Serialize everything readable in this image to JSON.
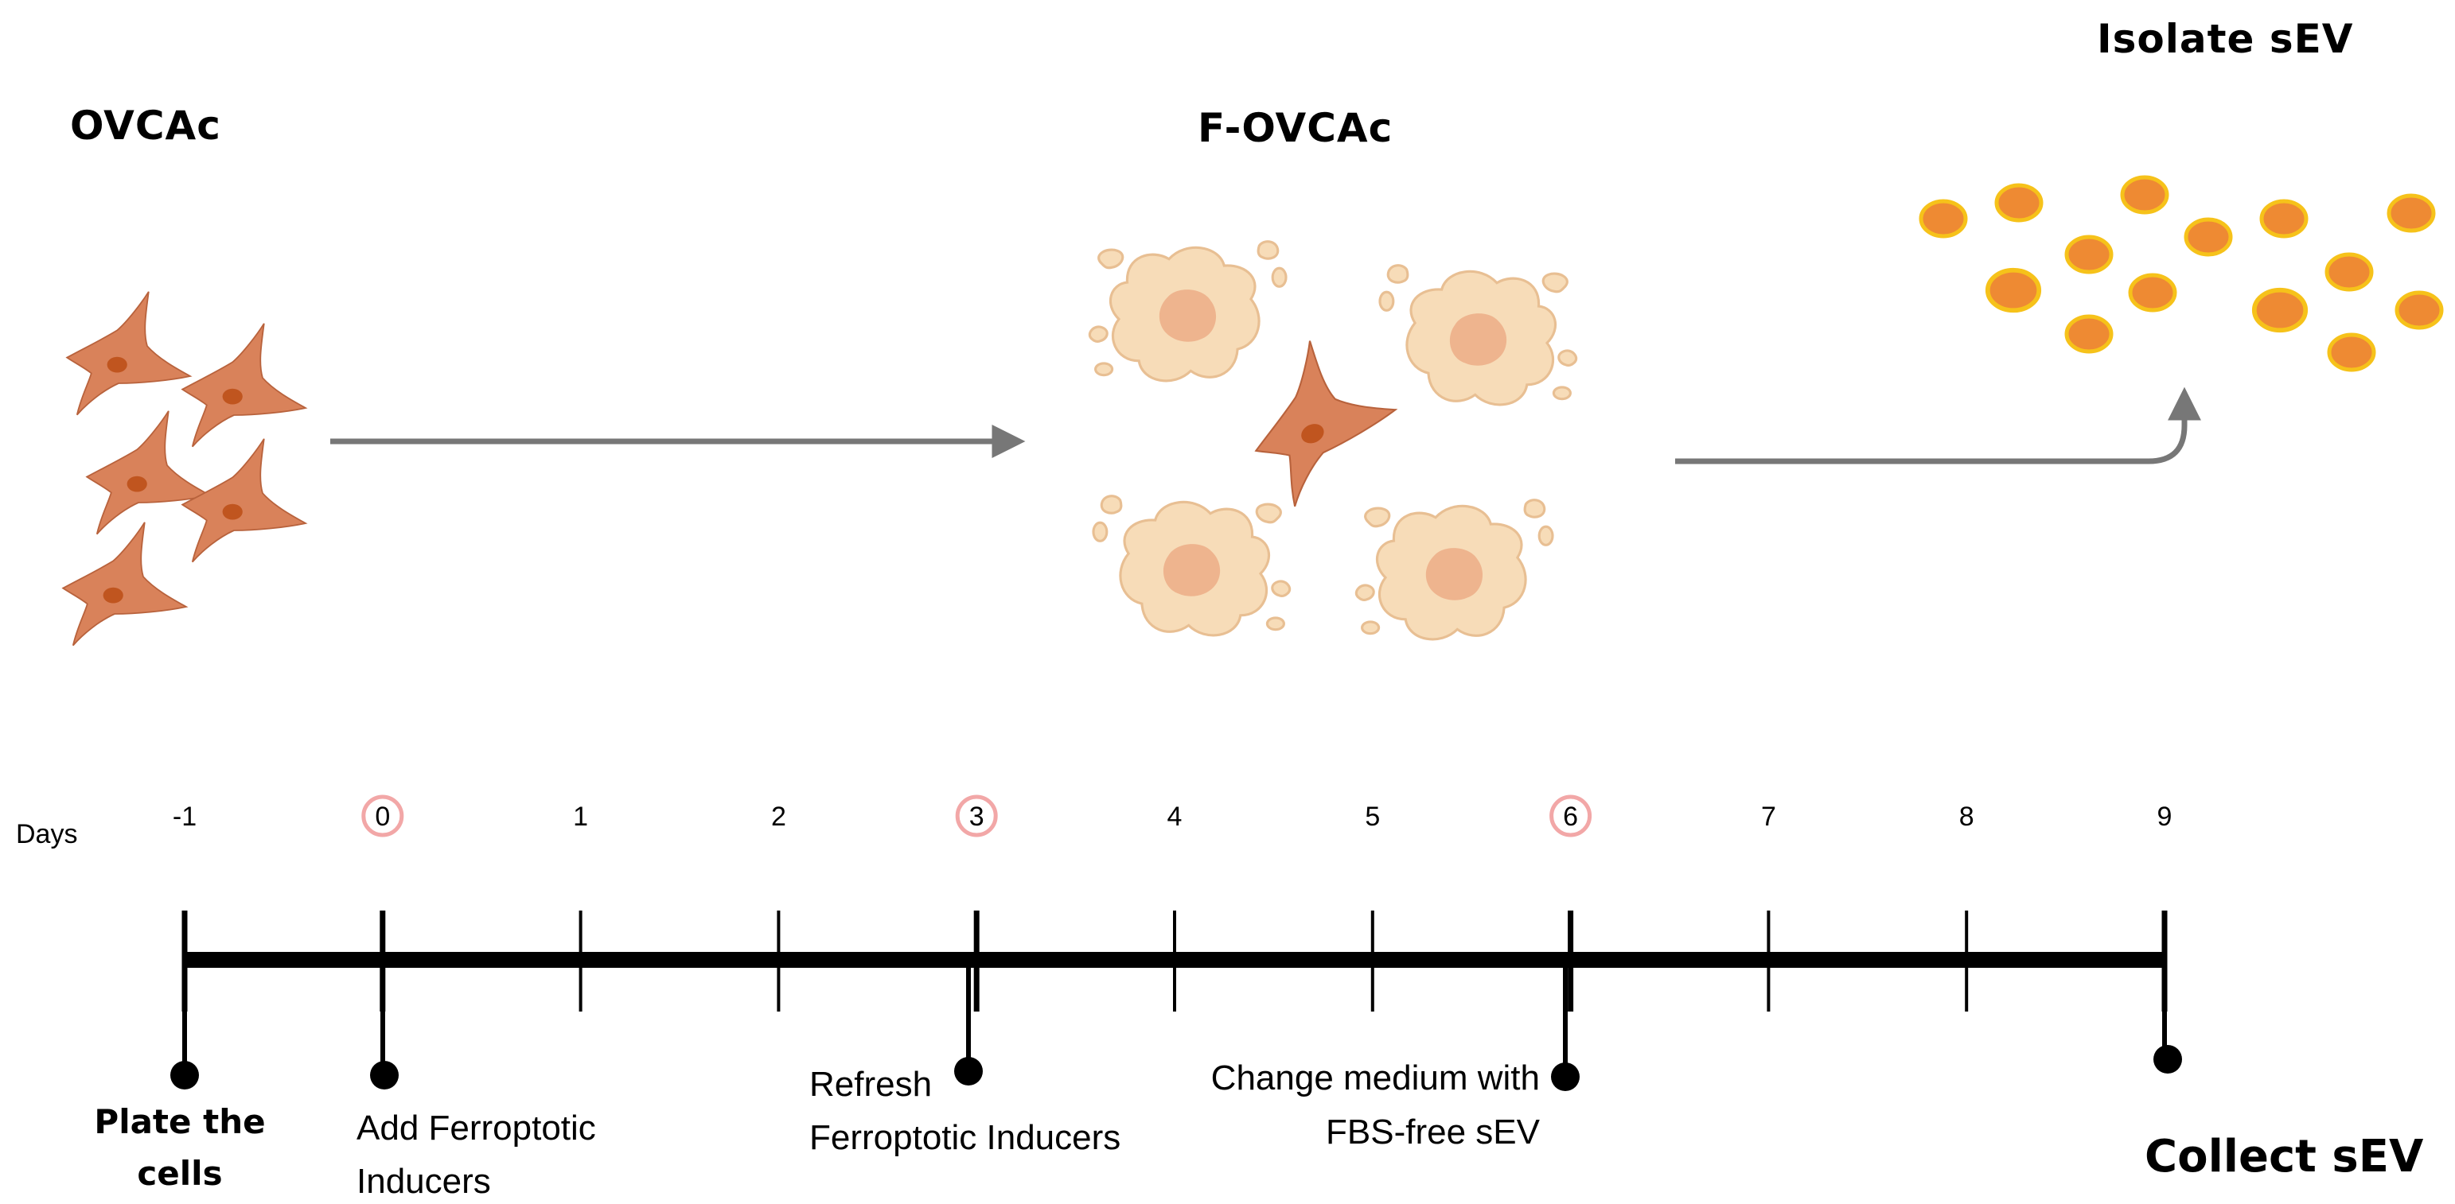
{
  "stages": {
    "start_label": "OVCAc",
    "middle_label": "F-OVCAc",
    "end_label": "Isolate sEV"
  },
  "timeline": {
    "axis_label": "Days",
    "days": [
      "-1",
      "0",
      "1",
      "2",
      "3",
      "4",
      "5",
      "6",
      "7",
      "8",
      "9"
    ],
    "highlighted_days": [
      "0",
      "3",
      "6"
    ],
    "events": {
      "plate_line1": "Plate the",
      "plate_line2": "cells",
      "add_line1": "Add Ferroptotic",
      "add_line2": "Inducers",
      "refresh_line1": "Refresh",
      "refresh_line2": "Ferroptotic Inducers",
      "change_line1": "Change medium with",
      "change_line2": "FBS-free sEV",
      "collect": "Collect sEV"
    }
  },
  "colors": {
    "healthy_cell": "#d9825a",
    "healthy_cell_outline": "#b8623c",
    "nucleus": "#c0551f",
    "dead_cell": "#f7dcb8",
    "dead_cell_outline": "#e8bf93",
    "dead_nucleus": "#eeb48e",
    "vesicle_fill": "#ee8a33",
    "vesicle_ring": "#f6c21a",
    "arrow": "#777777",
    "highlight_ring": "#f2a7a7",
    "axis": "#000000"
  },
  "icons": [
    "healthy-cell-icon",
    "ferroptotic-cell-icon",
    "vesicle-icon",
    "arrow-icon"
  ]
}
